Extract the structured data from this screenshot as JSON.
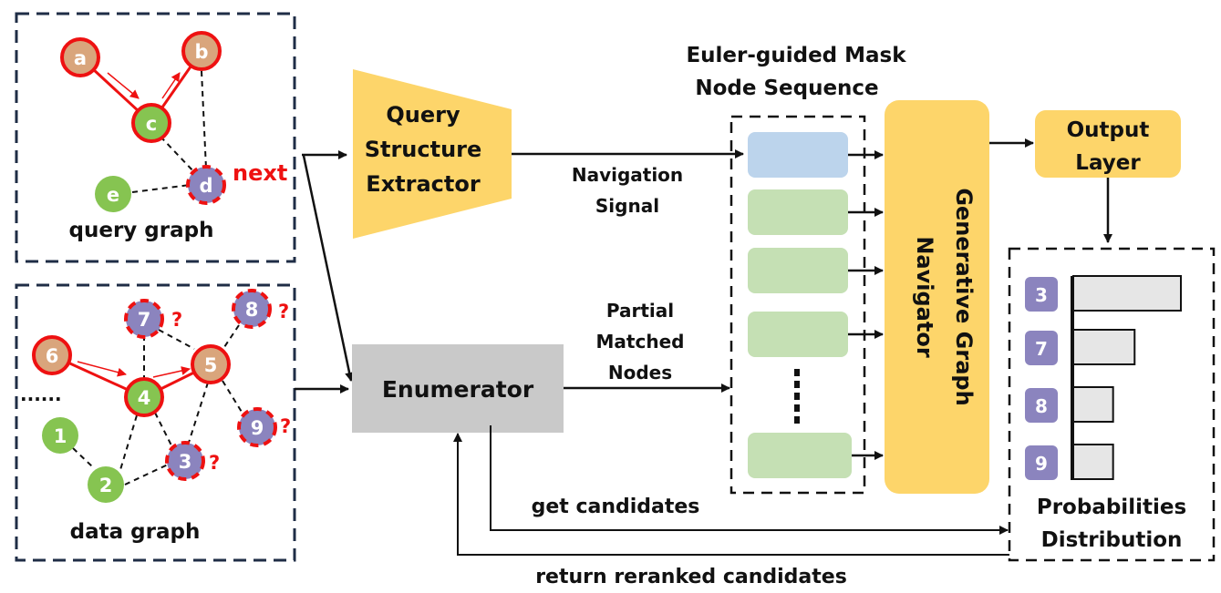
{
  "colors": {
    "peach": "#d9a57c",
    "green": "#86c451",
    "purple": "#8b84be",
    "red": "#ee1111",
    "yellow": "#fdd56a",
    "gray": "#c9c9c9",
    "blue_slot": "#bcd4ec",
    "green_slot": "#c5e0b4",
    "bar_fill": "#e6e6e6",
    "panel_border": "#1f2d46"
  },
  "query_graph": {
    "label": "query graph",
    "next_label": "next",
    "nodes": [
      {
        "id": "a",
        "label": "a",
        "type": "matched-peach"
      },
      {
        "id": "b",
        "label": "b",
        "type": "matched-peach"
      },
      {
        "id": "c",
        "label": "c",
        "type": "matched-green"
      },
      {
        "id": "d",
        "label": "d",
        "type": "candidate-purple"
      },
      {
        "id": "e",
        "label": "e",
        "type": "plain-green"
      }
    ]
  },
  "data_graph": {
    "label": "data graph",
    "ellipsis": "......",
    "question_mark": "?",
    "nodes": [
      {
        "id": "1",
        "label": "1",
        "type": "plain-green"
      },
      {
        "id": "2",
        "label": "2",
        "type": "plain-green"
      },
      {
        "id": "3",
        "label": "3",
        "type": "candidate-purple"
      },
      {
        "id": "4",
        "label": "4",
        "type": "matched-green"
      },
      {
        "id": "5",
        "label": "5",
        "type": "matched-peach"
      },
      {
        "id": "6",
        "label": "6",
        "type": "matched-peach"
      },
      {
        "id": "7",
        "label": "7",
        "type": "candidate-purple"
      },
      {
        "id": "8",
        "label": "8",
        "type": "candidate-purple"
      },
      {
        "id": "9",
        "label": "9",
        "type": "candidate-purple"
      }
    ]
  },
  "blocks": {
    "query_extractor": [
      "Query",
      "Structure",
      "Extractor"
    ],
    "enumerator": "Enumerator",
    "sequence_title": [
      "Euler-guided Mask",
      "Node Sequence"
    ],
    "navigator": [
      "Generative Graph",
      "Navigator"
    ],
    "output_layer": [
      "Output",
      "Layer"
    ],
    "prob_title": [
      "Probabilities",
      "Distribution"
    ]
  },
  "edge_labels": {
    "navigation_signal": [
      "Navigation",
      "Signal"
    ],
    "partial_matched": [
      "Partial",
      "Matched",
      "Nodes"
    ],
    "get_candidates": "get candidates",
    "return_reranked": "return reranked candidates"
  },
  "sequence_slots": [
    "masked",
    "matched",
    "matched",
    "matched",
    "matched"
  ],
  "chart_data": {
    "type": "bar",
    "orientation": "horizontal",
    "title": "Probabilities Distribution",
    "categories": [
      "3",
      "7",
      "8",
      "9"
    ],
    "values": [
      1.0,
      0.57,
      0.37,
      0.37
    ],
    "xlabel": "",
    "ylabel": "",
    "grid": false
  }
}
